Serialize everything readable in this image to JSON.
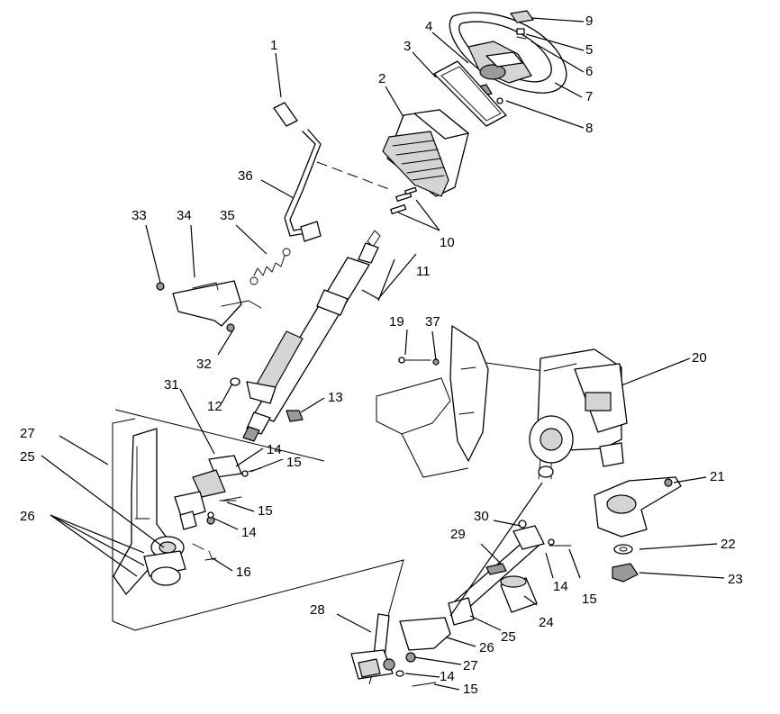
{
  "callouts": [
    {
      "id": "c1",
      "label": "1"
    },
    {
      "id": "c2",
      "label": "2"
    },
    {
      "id": "c3",
      "label": "3"
    },
    {
      "id": "c4",
      "label": "4"
    },
    {
      "id": "c5",
      "label": "5"
    },
    {
      "id": "c6",
      "label": "6"
    },
    {
      "id": "c7",
      "label": "7"
    },
    {
      "id": "c8",
      "label": "8"
    },
    {
      "id": "c9",
      "label": "9"
    },
    {
      "id": "c10",
      "label": "10"
    },
    {
      "id": "c11",
      "label": "11"
    },
    {
      "id": "c12",
      "label": "12"
    },
    {
      "id": "c13",
      "label": "13"
    },
    {
      "id": "c14a",
      "label": "14"
    },
    {
      "id": "c14b",
      "label": "14"
    },
    {
      "id": "c14c",
      "label": "14"
    },
    {
      "id": "c14d",
      "label": "14"
    },
    {
      "id": "c15a",
      "label": "15"
    },
    {
      "id": "c15b",
      "label": "15"
    },
    {
      "id": "c15c",
      "label": "15"
    },
    {
      "id": "c15d",
      "label": "15"
    },
    {
      "id": "c16",
      "label": "16"
    },
    {
      "id": "c19",
      "label": "19"
    },
    {
      "id": "c20",
      "label": "20"
    },
    {
      "id": "c21",
      "label": "21"
    },
    {
      "id": "c22",
      "label": "22"
    },
    {
      "id": "c23",
      "label": "23"
    },
    {
      "id": "c24",
      "label": "24"
    },
    {
      "id": "c25a",
      "label": "25"
    },
    {
      "id": "c25b",
      "label": "25"
    },
    {
      "id": "c26a",
      "label": "26"
    },
    {
      "id": "c26b",
      "label": "26"
    },
    {
      "id": "c27a",
      "label": "27"
    },
    {
      "id": "c27b",
      "label": "27"
    },
    {
      "id": "c28",
      "label": "28"
    },
    {
      "id": "c29",
      "label": "29"
    },
    {
      "id": "c30",
      "label": "30"
    },
    {
      "id": "c31",
      "label": "31"
    },
    {
      "id": "c32",
      "label": "32"
    },
    {
      "id": "c33",
      "label": "33"
    },
    {
      "id": "c34",
      "label": "34"
    },
    {
      "id": "c35",
      "label": "35"
    },
    {
      "id": "c36",
      "label": "36"
    },
    {
      "id": "c37",
      "label": "37"
    }
  ]
}
